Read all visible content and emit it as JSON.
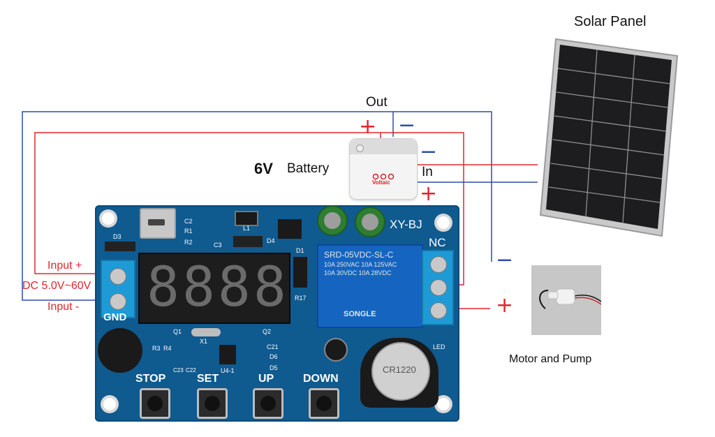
{
  "title_solar": "Solar Panel",
  "label_out": "Out",
  "label_in": "In",
  "battery": {
    "voltage": "6V",
    "label": "Battery",
    "brand": "Voltaic"
  },
  "signs": {
    "plus": "+",
    "minus": "−"
  },
  "board": {
    "model": "XY-BJ",
    "input_plus": "Input +",
    "input_range": "DC 5.0V~60V",
    "input_minus": "Input -",
    "gnd": "GND",
    "nc": "NC",
    "relay_model": "SRD-05VDC-SL-C",
    "relay_line1": "10A 250VAC 10A 125VAC",
    "relay_line2": "10A 30VDC 10A 28VDC",
    "relay_brand": "SONGLE",
    "coin_cell": "CR1220",
    "display_digits": "8888",
    "buttons": [
      "STOP",
      "SET",
      "UP",
      "DOWN"
    ],
    "component_labels": [
      "D3",
      "C2",
      "R1",
      "R2",
      "C3",
      "L1",
      "D4",
      "D1",
      "R17",
      "Q1",
      "X1",
      "Q2",
      "R3",
      "R4",
      "C23",
      "C22",
      "U4-1",
      "C21",
      "D6",
      "D5",
      "LED"
    ]
  },
  "motor_label": "Motor and Pump",
  "colors": {
    "wire_red": "#e3262b",
    "wire_blue": "#2c4fa8",
    "board_blue": "#0f5a8f",
    "terminal": "#1e9bd7"
  }
}
